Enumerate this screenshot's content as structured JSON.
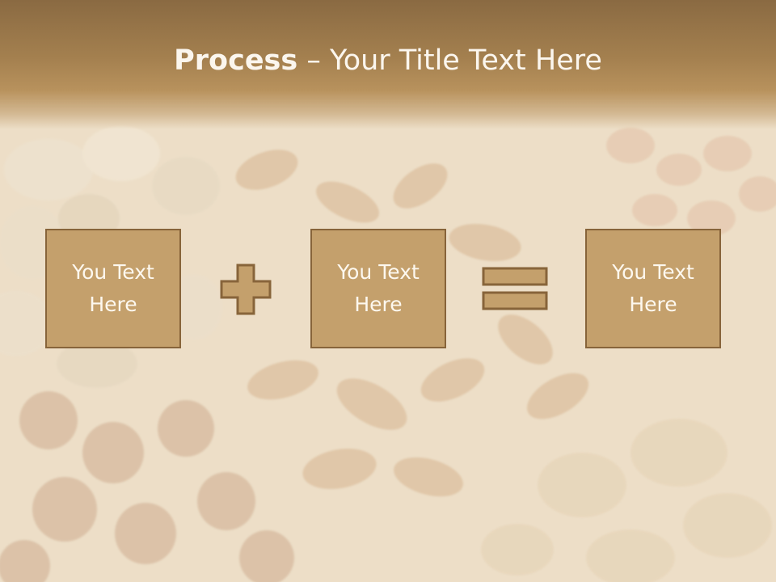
{
  "title": {
    "bold": "Process",
    "separator": " – ",
    "rest": "Your Title Text Here"
  },
  "boxes": [
    {
      "label": "You Text Here"
    },
    {
      "label": "You Text Here"
    },
    {
      "label": "You Text Here"
    }
  ],
  "operators": {
    "first": "plus-icon",
    "second": "equals-icon"
  },
  "colors": {
    "header": "#9a7647",
    "box_fill": "#c4a06c",
    "box_border": "#87643a",
    "text": "#fdf8ef",
    "background": "#efe2cc"
  }
}
